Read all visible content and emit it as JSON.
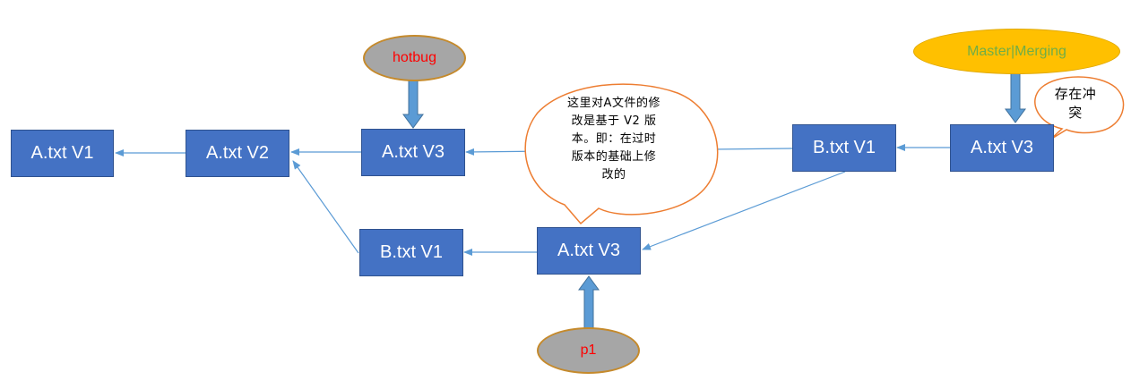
{
  "colors": {
    "node_fill": "#4472C4",
    "arrow": "#5B9BD5",
    "tag_gray": "#A6A6A6",
    "tag_gold": "#FFC000",
    "tag_text_red": "#FF0000",
    "tag_text_green": "#70AD47",
    "bubble_border": "#ED7D31"
  },
  "nodes": {
    "a_v1": "A.txt V1",
    "a_v2": "A.txt V2",
    "a_v3_main": "A.txt V3",
    "b_v1_main": "B.txt V1",
    "a_v3_master": "A.txt V3",
    "b_v1_branch": "B.txt V1",
    "a_v3_branch": "A.txt V3"
  },
  "tags": {
    "hotbug": "hotbug",
    "master": "Master|Merging",
    "p1": "p1"
  },
  "callouts": {
    "note_line1": "这里对A文件的修",
    "note_line2": "改是基于 V2 版",
    "note_line3": "本。即：在过时",
    "note_line4": "版本的基础上修",
    "note_line5": "改的",
    "conflict_line1": "存在冲",
    "conflict_line2": "突"
  }
}
